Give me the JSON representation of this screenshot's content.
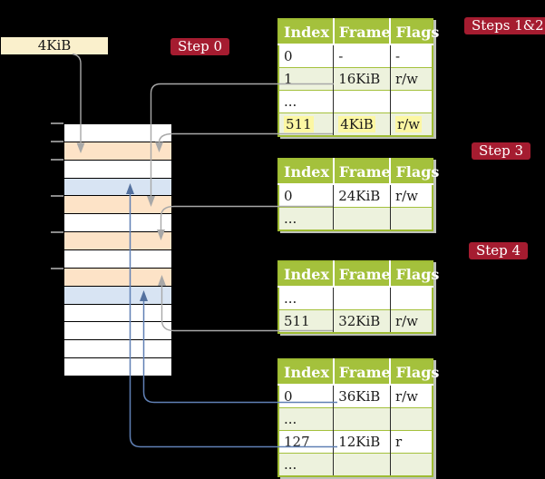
{
  "colors": {
    "background": "#000000",
    "badge_crimson": "#a51c30",
    "table_header_green": "#a4c13c",
    "table_row_shade": "#edf2dd",
    "text_highlight_yellow": "#fcf7a3",
    "memory_frame_peach": "#fde3c7",
    "memory_frame_blue": "#d8e4f3",
    "source_box_cream": "#faf0cc",
    "arrow_gray": "#a8a8a8",
    "arrow_blue": "#6080b5"
  },
  "page_box": {
    "label": "4KiB"
  },
  "badges": {
    "step0": "Step 0",
    "steps12": "Steps 1&2",
    "step3": "Step 3",
    "step4": "Step 4"
  },
  "memory": {
    "rows": [
      "white",
      "peach",
      "white",
      "blue",
      "peach",
      "white",
      "peach",
      "white",
      "peach",
      "blue",
      "white",
      "white",
      "white",
      "white"
    ]
  },
  "tables": [
    {
      "name": "page-table-steps-1-2",
      "headers": [
        "Index",
        "Frame",
        "Flags"
      ],
      "rows": [
        {
          "cells": [
            "0",
            "-",
            "-"
          ]
        },
        {
          "cells": [
            "1",
            "16KiB",
            "r/w"
          ]
        },
        {
          "cells": [
            "...",
            "",
            ""
          ]
        },
        {
          "cells": [
            "511",
            "4KiB",
            "r/w"
          ],
          "highlighted": true
        }
      ]
    },
    {
      "name": "page-table-step-3",
      "headers": [
        "Index",
        "Frame",
        "Flags"
      ],
      "rows": [
        {
          "cells": [
            "0",
            "24KiB",
            "r/w"
          ]
        },
        {
          "cells": [
            "...",
            "",
            ""
          ]
        }
      ]
    },
    {
      "name": "page-table-step-4",
      "headers": [
        "Index",
        "Frame",
        "Flags"
      ],
      "rows": [
        {
          "cells": [
            "...",
            "",
            ""
          ]
        },
        {
          "cells": [
            "511",
            "32KiB",
            "r/w"
          ]
        }
      ]
    },
    {
      "name": "page-table-final",
      "headers": [
        "Index",
        "Frame",
        "Flags"
      ],
      "rows": [
        {
          "cells": [
            "0",
            "36KiB",
            "r/w"
          ]
        },
        {
          "cells": [
            "...",
            "",
            ""
          ]
        },
        {
          "cells": [
            "127",
            "12KiB",
            "r"
          ]
        },
        {
          "cells": [
            "...",
            "",
            ""
          ]
        }
      ]
    }
  ],
  "connectors": [
    {
      "from": "4kib-box",
      "to": "memory-row-1",
      "color": "gray"
    },
    {
      "from": "table1-index-1",
      "to": "memory-row-4",
      "color": "gray"
    },
    {
      "from": "table1-index-511",
      "to": "memory-row-1",
      "color": "gray"
    },
    {
      "from": "table2-index-0",
      "to": "memory-row-6",
      "color": "gray"
    },
    {
      "from": "table3-index-511",
      "to": "memory-row-8",
      "color": "gray"
    },
    {
      "from": "table4-index-0",
      "to": "memory-row-9",
      "color": "blue"
    },
    {
      "from": "table4-index-127",
      "to": "memory-row-3",
      "color": "blue"
    }
  ]
}
